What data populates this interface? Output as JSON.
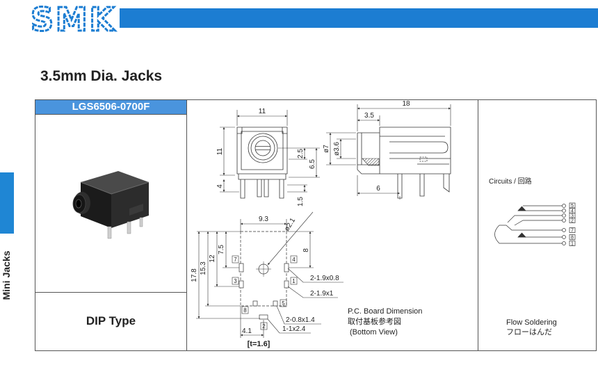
{
  "logo": {
    "text": "SMK"
  },
  "page": {
    "title": "3.5mm Dia. Jacks",
    "side_tab": "Mini Jacks"
  },
  "product": {
    "part_number": "LGS6506-0700F",
    "mount_type": "DIP Type"
  },
  "front_view": {
    "width": "11",
    "height": "11",
    "pin": "4",
    "dim_a": "2.5",
    "dim_b": "6.5",
    "dim_c": "1.5"
  },
  "side_view": {
    "length": "18",
    "nose": "3.5",
    "outer_dia": "ø7",
    "inner_dia": "ø3.6",
    "pin_offset": "6"
  },
  "pcb": {
    "title": "P.C. Board Dimension",
    "title_jp": "取付基板参考図",
    "view": "(Bottom View)",
    "thickness": "[t=1.6]",
    "width": "9.3",
    "hole_dia": "ø2.1",
    "dim_8": "8",
    "dim_7_5": "7.5",
    "dim_12": "12",
    "dim_15_3": "15.3",
    "dim_17_8": "17.8",
    "dim_4_1": "4.1",
    "pad_a": "2-1.9x0.8",
    "pad_b": "2-1.9x1",
    "pad_c": "2-0.8x1.4",
    "pad_d": "1-1x2.4",
    "pins": [
      "7",
      "4",
      "3",
      "1",
      "8",
      "5",
      "2"
    ]
  },
  "circuit": {
    "title": "Circuits / 回路",
    "pins": [
      "5",
      "4",
      "3",
      "2",
      "7",
      "8",
      "1"
    ]
  },
  "soldering": {
    "label": "Flow Soldering",
    "label_jp": "フローはんだ"
  },
  "colors": {
    "brand": "#1c7dd2",
    "header": "#4a94dd",
    "tab": "#1f86d4"
  }
}
